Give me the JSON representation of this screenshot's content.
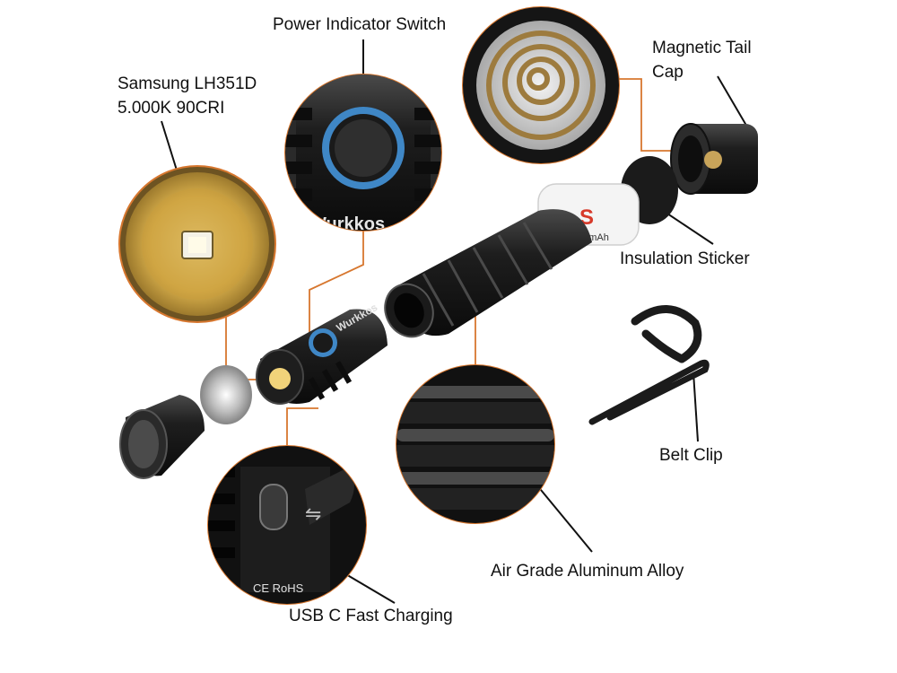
{
  "labels": {
    "power_switch": "Power Indicator Switch",
    "led_line1": "Samsung LH351D",
    "led_line2": "5.000K 90CRI",
    "tail_cap_line1": "Magnetic Tail",
    "tail_cap_line2": "Cap",
    "insulation": "Insulation Sticker",
    "belt_clip": "Belt Clip",
    "alloy": "Air Grade Aluminum Alloy",
    "usb": "USB C Fast Charging"
  },
  "product_marks": {
    "brand": "Wurkkos",
    "battery_brand": "S",
    "battery_capacity": "00mAh",
    "certifications": "CE RoHS"
  },
  "colors": {
    "leader_orange": "#d7772f",
    "leader_black": "#111111",
    "body_black": "#1b1b1b",
    "switch_blue": "#3f87c6",
    "led_yellow": "#d9b04c"
  }
}
